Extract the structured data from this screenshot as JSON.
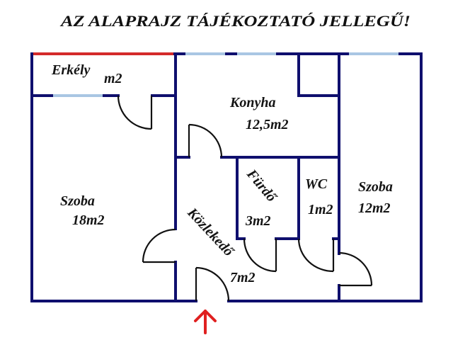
{
  "title": "AZ ALAPRAJZ TÁJÉKOZTATÓ JELLEGŰ!",
  "rooms": {
    "balcony": {
      "name": "Erkély",
      "area": "m2"
    },
    "kitchen": {
      "name": "Konyha",
      "area": "12,5m2"
    },
    "room_left": {
      "name": "Szoba",
      "area": "18m2"
    },
    "bathroom": {
      "name": "Fürdő",
      "area": "3m2"
    },
    "wc": {
      "name": "WC",
      "area": "1m2"
    },
    "room_right": {
      "name": "Szoba",
      "area": "12m2"
    },
    "hallway": {
      "name": "Közlekedő",
      "area": "7m2"
    }
  },
  "entrance": {
    "icon": "up-arrow-icon"
  },
  "colors": {
    "wall": "#0f0f6e",
    "window": "#a9c6e3",
    "balcony_edge": "#d42a2a",
    "entrance_arrow": "#e02020",
    "door": "#111111"
  }
}
